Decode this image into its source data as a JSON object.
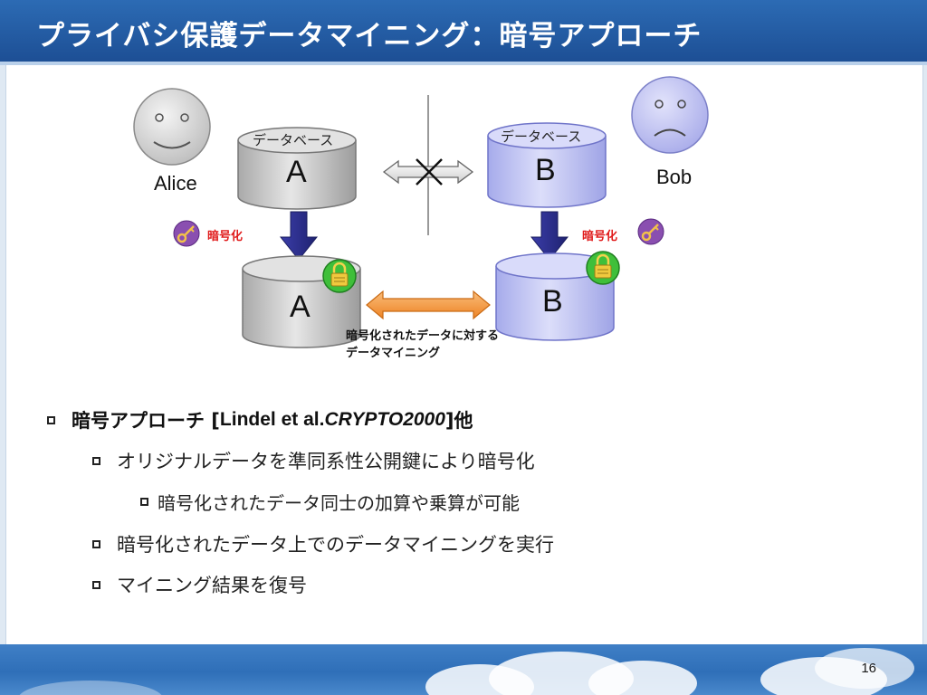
{
  "slide": {
    "title": "プライバシ保護データマイニング：暗号アプローチ",
    "page_number": "16"
  },
  "diagram": {
    "alice": {
      "name": "Alice",
      "icon": "smiley-face-icon"
    },
    "bob": {
      "name": "Bob",
      "icon": "sad-face-icon"
    },
    "db_a": {
      "caption": "データベース",
      "letter": "A"
    },
    "db_b": {
      "caption": "データベース",
      "letter": "B"
    },
    "enc_a": {
      "letter": "A"
    },
    "enc_b": {
      "letter": "B"
    },
    "encrypt_label_left": "暗号化",
    "encrypt_label_right": "暗号化",
    "mining_caption_line1": "暗号化されたデータに対する",
    "mining_caption_line2": "データマイニング",
    "colors": {
      "db_gray": "#c9c9c9",
      "db_blue": "#c4c8f4",
      "arrow_navy": "#2b2e8f",
      "arrow_orange": "#f39a3c",
      "lock_green": "#3fbf3a",
      "key_purple": "#7a3fa0"
    }
  },
  "bullets": {
    "l1_prefix": "暗号アプローチ [",
    "l1_author": "Lindel et al. ",
    "l1_venue": "CRYPTO2000",
    "l1_suffix": "]他",
    "l2_1": "オリジナルデータを準同系性公開鍵により暗号化",
    "l3_1": "暗号化されたデータ同士の加算や乗算が可能",
    "l2_2": "暗号化されたデータ上でのデータマイニングを実行",
    "l2_3": "マイニング結果を復号"
  }
}
